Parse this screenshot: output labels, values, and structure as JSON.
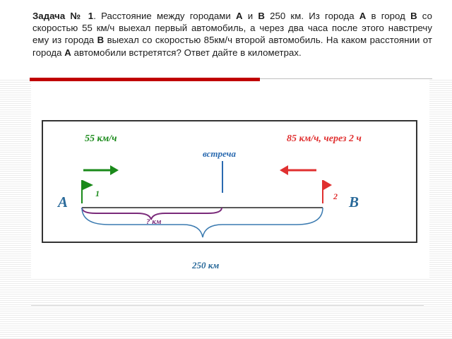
{
  "problem": {
    "title": "Задача № 1",
    "part1": ". Расстояние между городами ",
    "city_a": "А",
    "and": " и ",
    "city_b": "В",
    "part2": " 250 км. Из города ",
    "part3": " в город ",
    "part4": " со скоростью 55 км/ч выехал первый автомобиль, а через два часа после этого навстречу ему из города ",
    "part5": " выехал со скоростью 85км/ч второй автомобиль. На каком расстоянии от города ",
    "part6": " автомобили встретятся? Ответ дайте в километрах."
  },
  "diagram": {
    "speed_a": "55 км/ч",
    "speed_b": "85 км/ч, через 2 ч",
    "meeting": "встреча",
    "city_a": "А",
    "city_b": "В",
    "flag_a_num": "1",
    "flag_b_num": "2",
    "unknown": "? км",
    "total": "250 км"
  },
  "colors": {
    "green": "#1a8a1a",
    "red": "#e03030",
    "blue_brace": "#3a7ab0",
    "purple_brace": "#7a2a7a",
    "city_label": "#2a6a9a",
    "meeting_line": "#2a6ab0"
  }
}
